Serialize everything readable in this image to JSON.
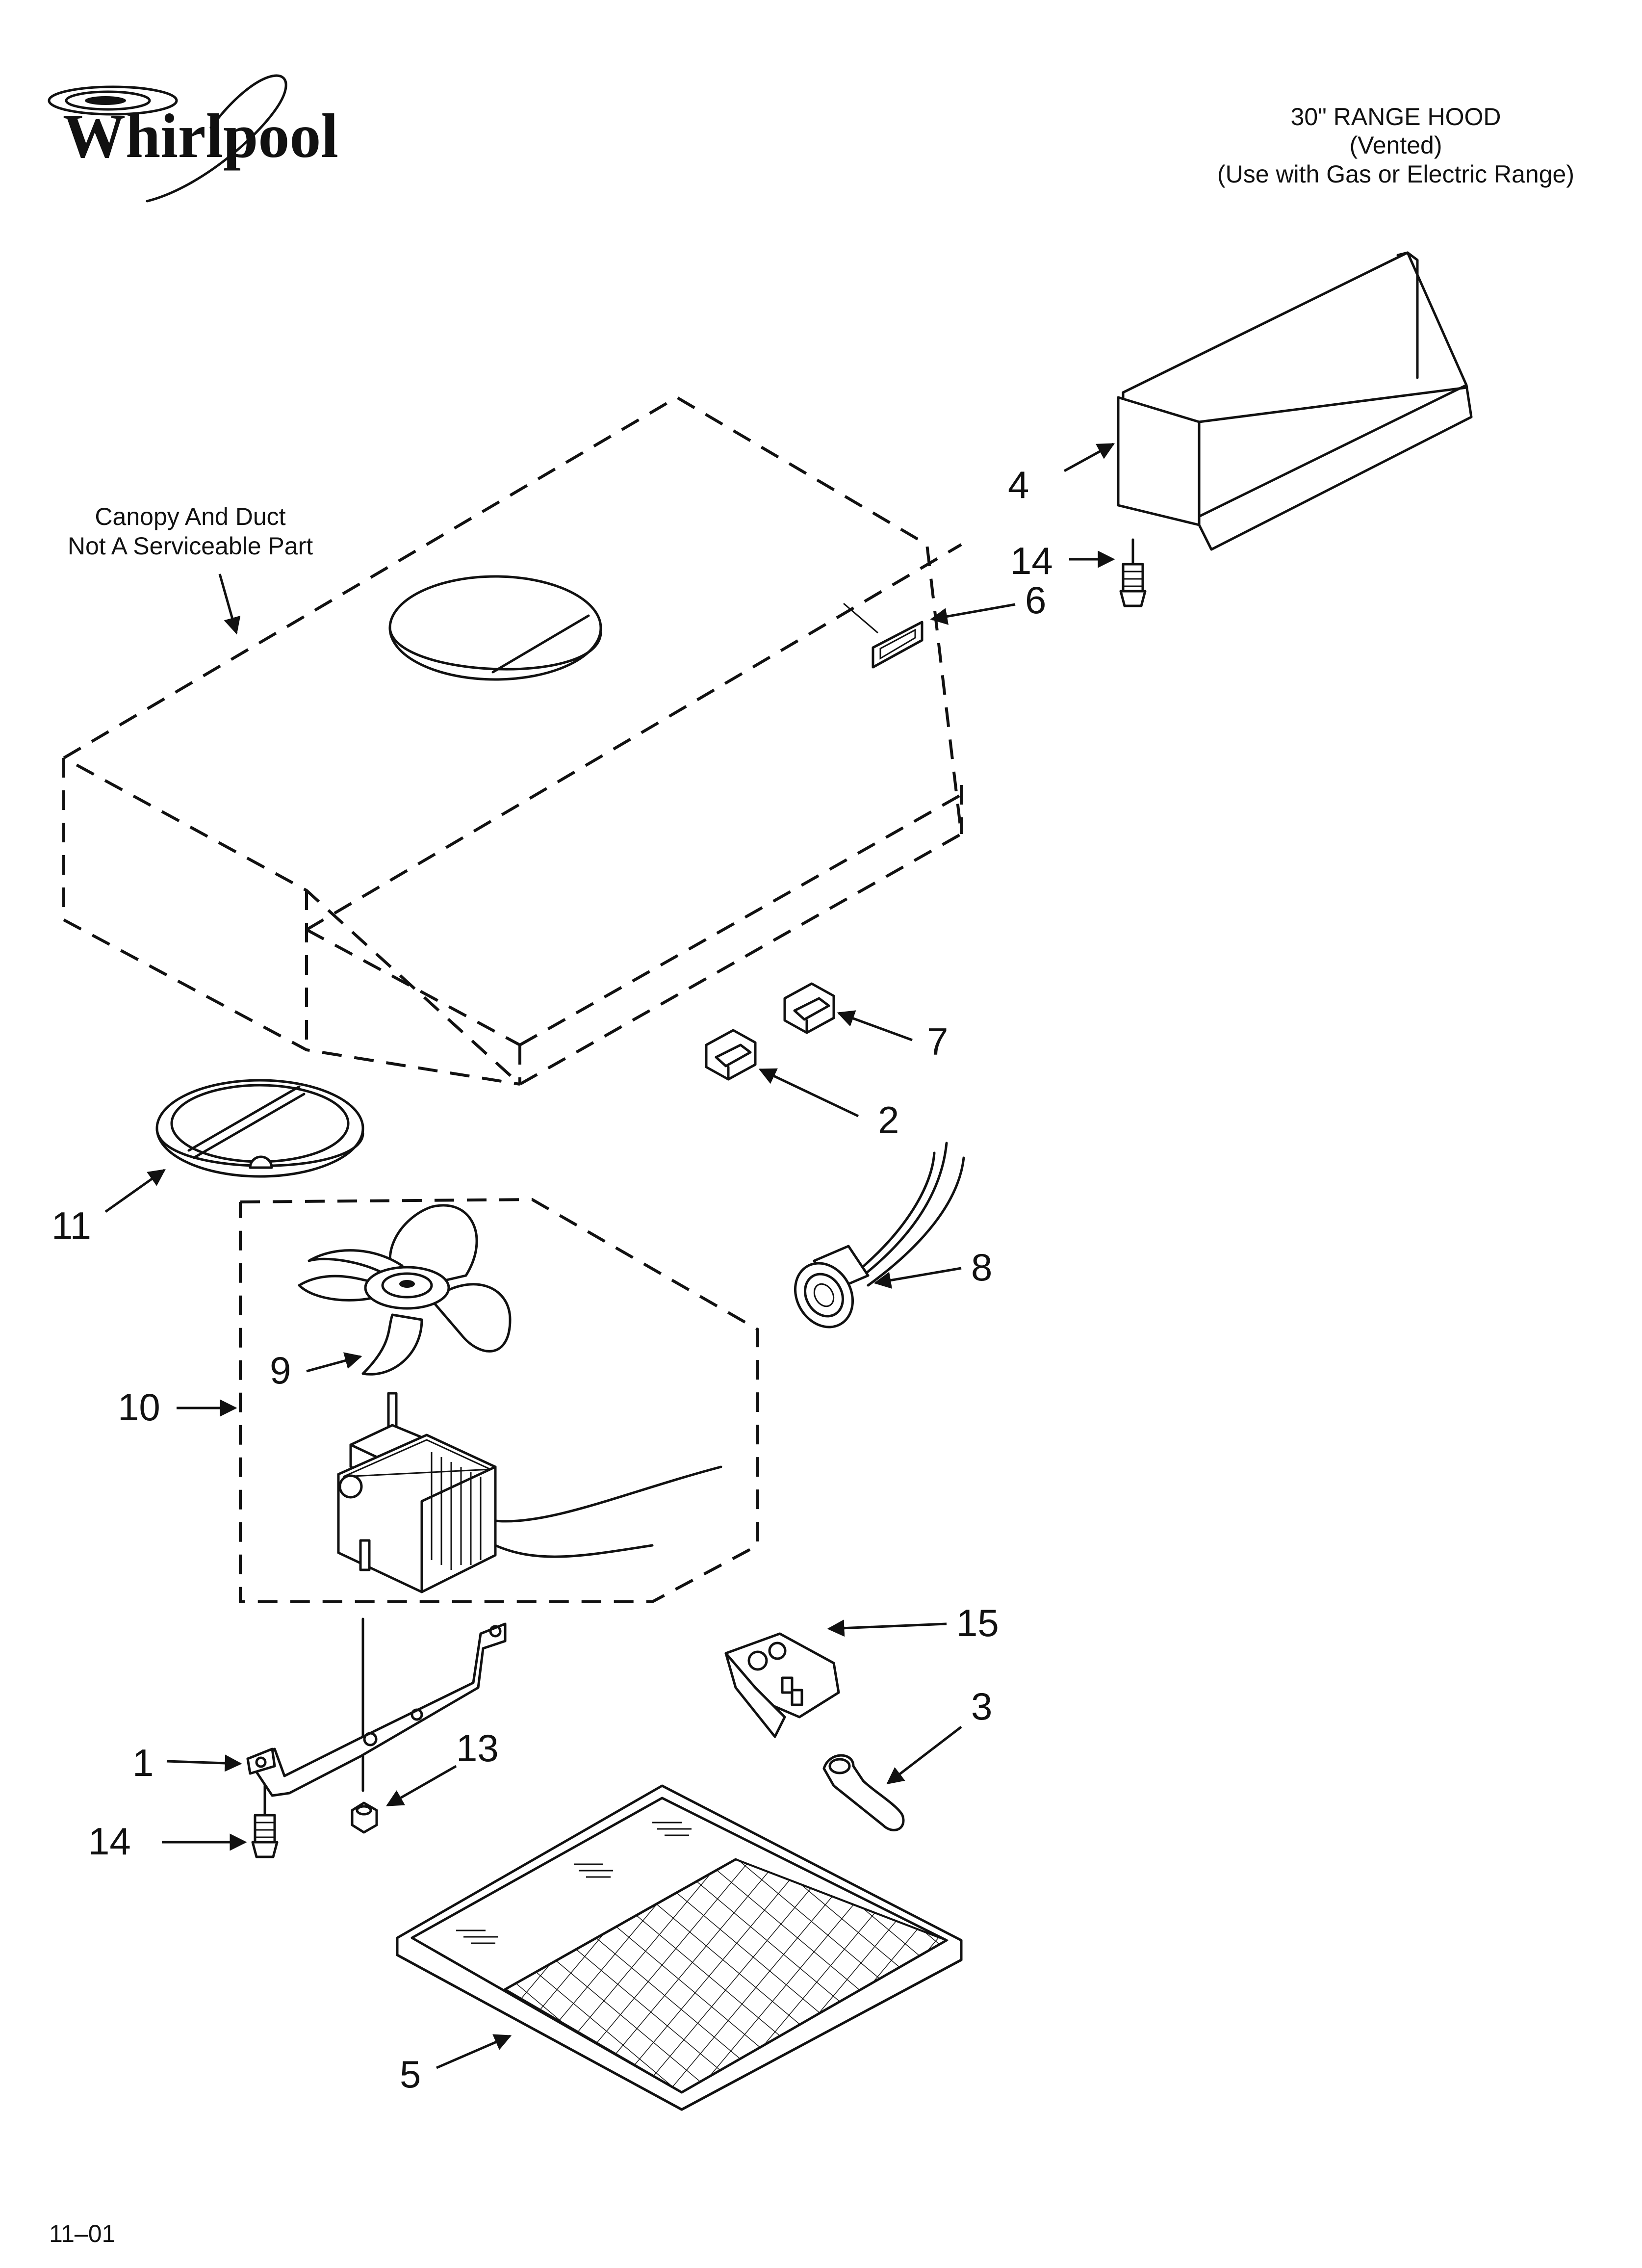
{
  "brand": {
    "logo_text": "Whirlpool"
  },
  "header": {
    "line1": "30\" RANGE HOOD",
    "line2": "(Vented)",
    "line3": "(Use with Gas or Electric Range)"
  },
  "note": {
    "line1": "Canopy And Duct",
    "line2": "Not A Serviceable Part"
  },
  "callouts": {
    "c4": "4",
    "c14_top": "14",
    "c6": "6",
    "c7": "7",
    "c2": "2",
    "c11": "11",
    "c8": "8",
    "c9": "9",
    "c10": "10",
    "c15": "15",
    "c3": "3",
    "c1": "1",
    "c13": "13",
    "c14_bottom": "14",
    "c5": "5"
  },
  "footer": {
    "date_code": "11–01"
  },
  "colors": {
    "ink": "#111111",
    "background": "#ffffff"
  }
}
